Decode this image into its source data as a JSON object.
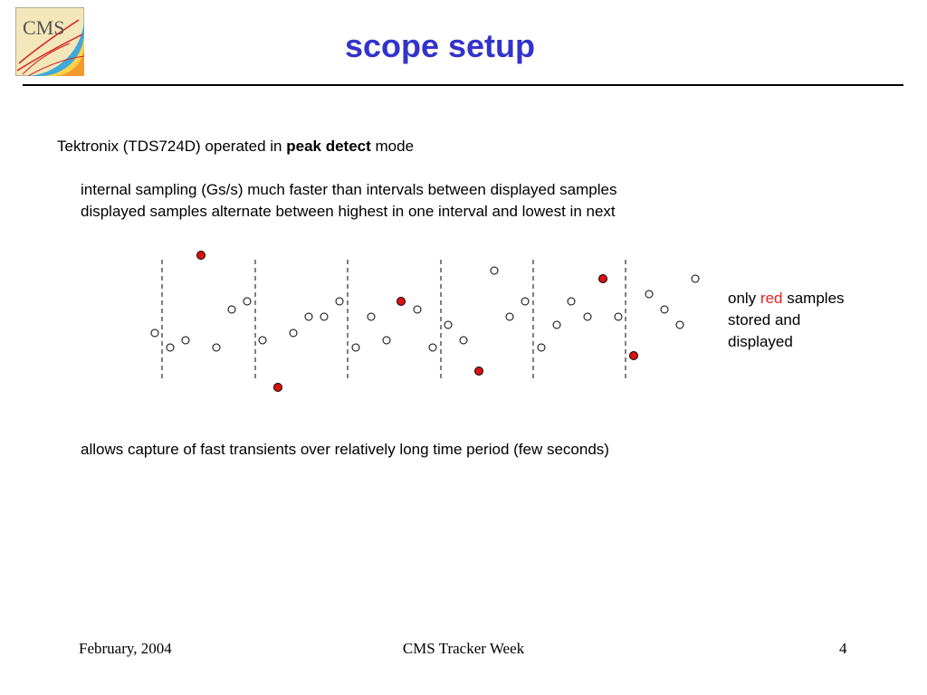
{
  "header": {
    "logo_text": "CMS",
    "title": "scope setup"
  },
  "body": {
    "line1_pre": "Tektronix (TDS724D) operated in ",
    "line1_bold": "peak detect",
    "line1_post": " mode",
    "line2": "internal sampling (Gs/s) much faster than intervals between displayed samples",
    "line3": "displayed samples alternate between highest in one interval and lowest in next",
    "line4": "allows capture of fast transients over relatively long time period (few seconds)"
  },
  "note": {
    "part1": "only ",
    "red_word": "red",
    "part2": " samples",
    "line2": "stored and",
    "line3": "displayed"
  },
  "colors": {
    "title": "#3333cc",
    "highlight": "#e8241c",
    "selected_sample": "#dd1111"
  },
  "footer": {
    "date": "February, 2004",
    "event": "CMS Tracker Week",
    "page": "4"
  }
}
